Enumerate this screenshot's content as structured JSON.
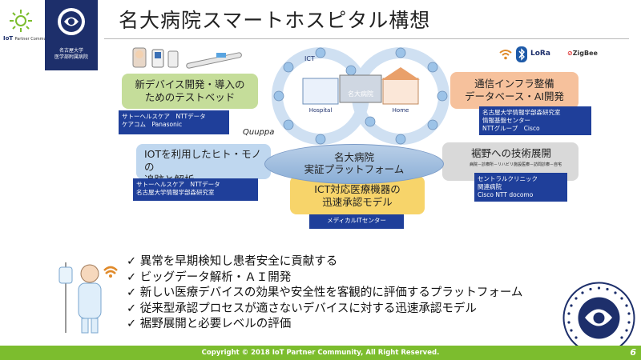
{
  "slide": {
    "title": "名大病院スマートホスピタル構想",
    "page_number": "6",
    "copyright": "Copyright © 2018 IoT Partner Community, All Right Reserved."
  },
  "sidebar": {
    "university": "名古屋大学\n医学部附属病院"
  },
  "brands": {
    "lora": "LoRa",
    "zigbee": "ZigBee",
    "quuppa": "Quuppa"
  },
  "center": {
    "text": "名大病院\n実証プラットフォーム"
  },
  "diagram_labels": {
    "hospital": "Hospital",
    "home": "Home",
    "ict": "ICT",
    "hospital_jp": "名大病院"
  },
  "boxes": {
    "test_bed": {
      "title": "新デバイス開発・導入の\nためのテストベッド",
      "partners": "サトーヘルスケア　NTTデータ\nケアコム　Panasonic"
    },
    "infra": {
      "title": "通信インフラ整備\nデータベース・AI開発",
      "partners": "名古屋大学情報学部森研究室\n情報基盤センター\nNTTグループ　Cisco"
    },
    "iot": {
      "title": "IOTを利用したヒト・モノの\n追跡と解析",
      "partners": "サトーヘルスケア　NTTデータ\n名古屋大学情報学部森研究室"
    },
    "ict_device": {
      "title": "ICT対応医療機器の\n迅速承認モデル",
      "partners": "メディカルITセンター"
    },
    "expand": {
      "title": "裾野への技術展開",
      "note": "病院－診療所－リハビリ施設医療－訪問診療－自宅",
      "partners": "セントラルクリニック\n関連病院\nCisco NTT docomo"
    }
  },
  "checks": [
    "✓ 異常を早期検知し患者安全に貢献する",
    "✓ ビッグデータ解析・ＡＩ開発",
    "✓ 新しい医療デバイスの効果や安全性を客観的に評価するプラットフォーム",
    "✓ 従来型承認プロセスが適さないデバイスに対する迅速承認モデル",
    "✓ 裾野展開と必要レベルの評価"
  ],
  "colors": {
    "green_box": "#c5dd9a",
    "orange_box": "#f6c19c",
    "blue_box": "#bfd7ef",
    "yellow_box": "#f7d46a",
    "gray_box": "#d9d9d9",
    "navy": "#1f3f9a",
    "footer": "#7cbd2e"
  }
}
